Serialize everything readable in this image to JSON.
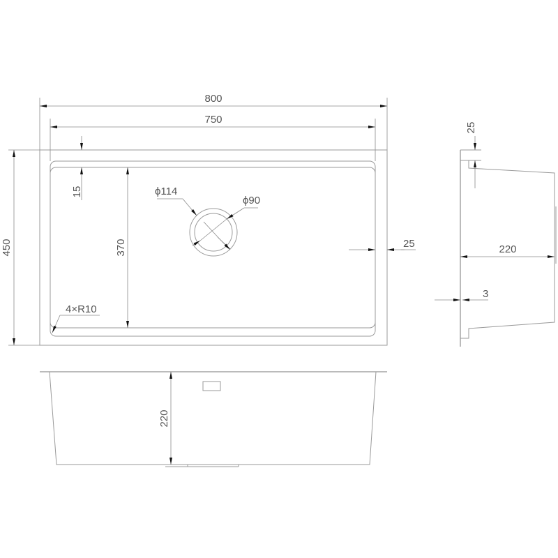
{
  "title": "Sink technical drawing",
  "top_view": {
    "overall_width": "800",
    "bowl_width": "750",
    "overall_depth": "450",
    "rim_offset": "15",
    "bowl_depth": "370",
    "side_margin": "25",
    "corner_radius": "4×R10",
    "drain_outer": "ϕ114",
    "drain_inner": "ϕ90"
  },
  "front_view": {
    "bowl_height": "220"
  },
  "side_view": {
    "flange_height": "25",
    "bowl_height": "220",
    "thickness": "3"
  }
}
